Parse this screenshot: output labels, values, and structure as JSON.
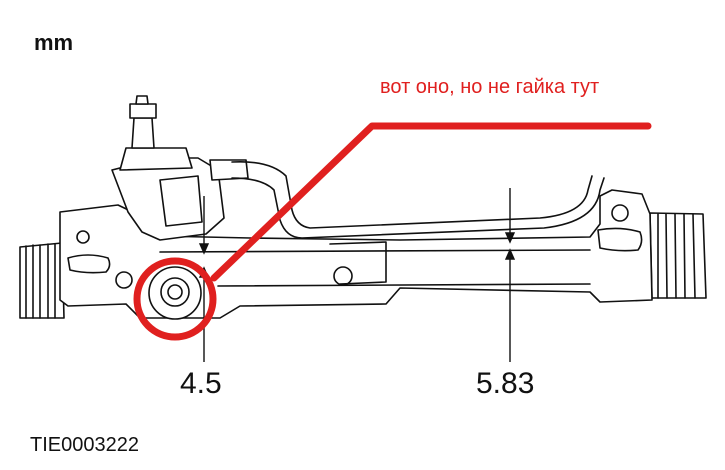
{
  "unit_label": "mm",
  "annotation": {
    "text": "вот оно, но не гайка тут",
    "color": "#e0201f"
  },
  "measurements": [
    {
      "value": "4.5"
    },
    {
      "value": "5.83"
    }
  ],
  "figure_code": "TIE0003222",
  "colors": {
    "line_art": "#111111",
    "annotation": "#e0201f",
    "background": "#ffffff"
  }
}
